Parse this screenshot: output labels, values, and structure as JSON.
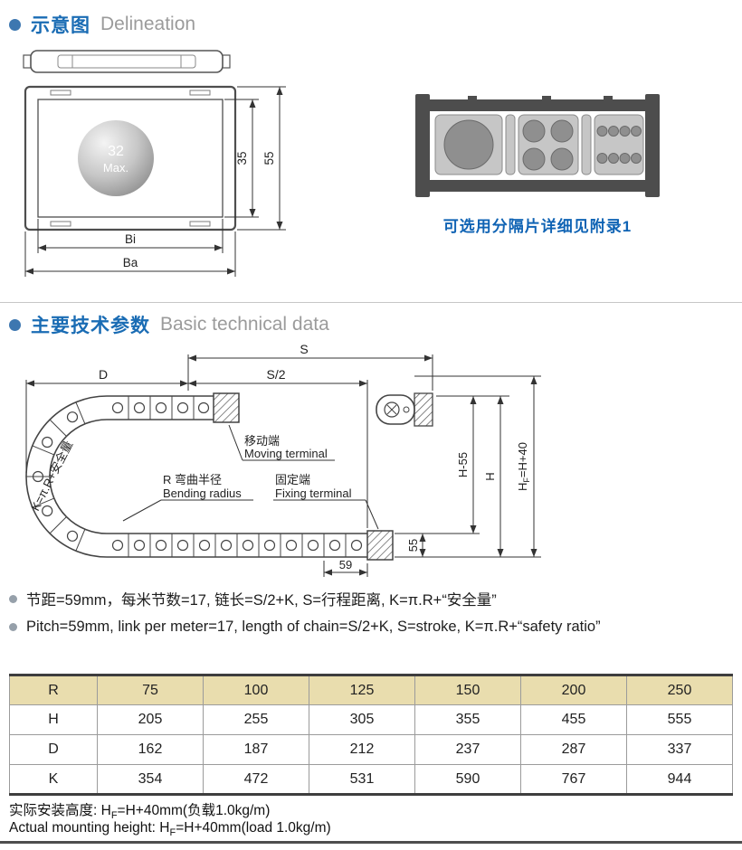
{
  "sections": {
    "delineation": {
      "zh": "示意图",
      "en": "Delineation"
    },
    "technical": {
      "zh": "主要技术参数",
      "en": "Basic technical data"
    }
  },
  "front_view": {
    "ball_line1": "32",
    "ball_line2": "Max.",
    "dim_inner_height": "35",
    "dim_outer_height": "55",
    "dim_inner_width": "Bi",
    "dim_outer_width": "Ba"
  },
  "cross_section": {
    "caption": "可选用分隔片详细见附录1"
  },
  "schematic": {
    "dim_s": "S",
    "dim_s_half": "S/2",
    "dim_d": "D",
    "moving_zh": "移动端",
    "moving_en": "Moving terminal",
    "bend_zh": "R 弯曲半径",
    "bend_en": "Bending radius",
    "fixed_zh": "固定端",
    "fixed_en": "Fixing terminal",
    "dim_h55": "H-55",
    "dim_h": "H",
    "hf": {
      "main": "H",
      "sub": "F",
      "rest": "=H+40"
    },
    "dim_55": "55",
    "dim_59": "59",
    "k_label": "K=π.R+安全量"
  },
  "notes": [
    {
      "text": "节距=59mm，每米节数=17, 链长=S/2+K, S=行程距离, K=π.R+“安全量”"
    },
    {
      "text": "Pitch=59mm, link per meter=17, length of chain=S/2+K, S=stroke, K=π.R+“safety ratio”"
    }
  ],
  "table": {
    "header": {
      "label": "R",
      "values": [
        "75",
        "100",
        "125",
        "150",
        "200",
        "250"
      ]
    },
    "rows": [
      {
        "label": "H",
        "values": [
          "205",
          "255",
          "305",
          "355",
          "455",
          "555"
        ]
      },
      {
        "label": "D",
        "values": [
          "162",
          "187",
          "212",
          "237",
          "287",
          "337"
        ]
      },
      {
        "label": "K",
        "values": [
          "354",
          "472",
          "531",
          "590",
          "767",
          "944"
        ]
      }
    ]
  },
  "footer": {
    "zh": {
      "prefix": "实际安装高度: H",
      "sub": "F",
      "rest": "=H+40mm(负载1.0kg/m)"
    },
    "en": {
      "prefix": "Actual mounting height: H",
      "sub": "F",
      "rest": "=H+40mm(load 1.0kg/m)"
    }
  },
  "colors": {
    "accent_blue": "#1a6cb4",
    "caption_blue": "#0f63b4",
    "subtitle_gray": "#9b9b9b",
    "table_header_bg": "#e9ddae"
  }
}
